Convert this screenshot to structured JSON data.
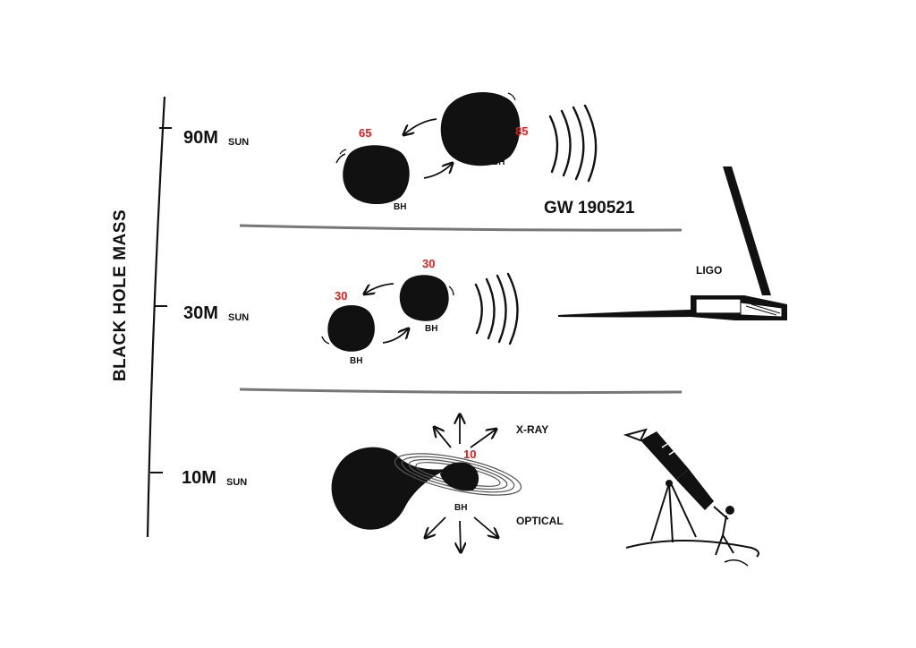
{
  "axis": {
    "title": "BLACK HOLE MASS",
    "ticks": [
      {
        "main": "90M",
        "sub": "SUN"
      },
      {
        "main": "30M",
        "sub": "SUN"
      },
      {
        "main": "10M",
        "sub": "SUN"
      }
    ]
  },
  "event_90": {
    "bh_small": {
      "mass": "65",
      "label": "BH"
    },
    "bh_large": {
      "mass": "85",
      "label": "BH"
    },
    "event_name": "GW 190521"
  },
  "event_30": {
    "bh_left": {
      "mass": "30",
      "label": "BH"
    },
    "bh_right": {
      "mass": "30",
      "label": "BH"
    }
  },
  "event_10": {
    "bh": {
      "mass": "10",
      "label": "BH"
    },
    "xray_label": "X-RAY",
    "optical_label": "OPTICAL"
  },
  "ligo": {
    "label": "LIGO"
  },
  "colors": {
    "ink": "#111111",
    "mass_red": "#e21b1b",
    "divider": "#777777"
  }
}
